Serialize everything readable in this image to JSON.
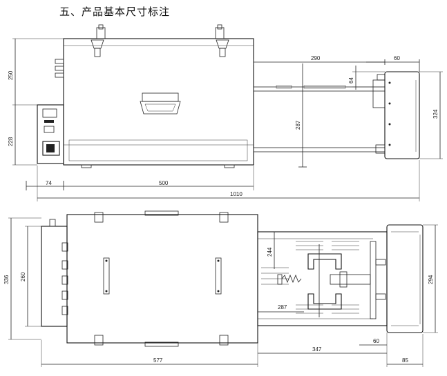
{
  "heading": "五、产品基本尺寸标注",
  "top_view": {
    "dims": {
      "d290": "290",
      "d60": "60",
      "d64": "64",
      "d250": "250",
      "d228": "228",
      "d287": "287",
      "d324": "324",
      "d74": "74",
      "d500": "500",
      "d1010": "1010"
    }
  },
  "bottom_view": {
    "dims": {
      "d336": "336",
      "d260": "260",
      "d244": "244",
      "d287": "287",
      "d294": "294",
      "d60": "60",
      "d347": "347",
      "d577": "577",
      "d85": "85"
    }
  }
}
